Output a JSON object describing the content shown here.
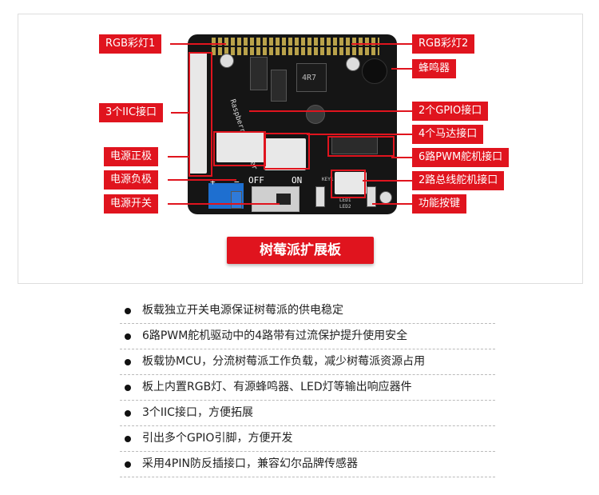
{
  "callouts": {
    "rgb1": "RGB彩灯1",
    "rgb2": "RGB彩灯2",
    "buzzer": "蜂鸣器",
    "iic": "3个IIC接口",
    "gpio": "2个GPIO接口",
    "motor": "4个马达接口",
    "pwm_servo": "6路PWM舵机接口",
    "power_pos": "电源正极",
    "power_neg": "电源负极",
    "bus_servo": "2路总线舵机接口",
    "power_switch": "电源开关",
    "func_key": "功能按键"
  },
  "board": {
    "silk_brand": "Raspberry Adapter",
    "off": "OFF",
    "on": "ON",
    "plus": "+",
    "minus": "−",
    "inductor": "4R7",
    "led1": "LED1",
    "led2": "LED2",
    "key1": "KEY1"
  },
  "title": "树莓派扩展板",
  "features": [
    "板载独立开关电源保证树莓派的供电稳定",
    "6路PWM舵机驱动中的4路带有过流保护提升使用安全",
    "板载协MCU，分流树莓派工作负载，减少树莓派资源占用",
    "板上内置RGB灯、有源蜂鸣器、LED灯等输出响应器件",
    "3个IIC接口，方便拓展",
    "引出多个GPIO引脚，方便开发",
    "采用4PIN防反插接口，兼容幻尔品牌传感器"
  ],
  "colors": {
    "accent": "#e0141e",
    "board": "#151515"
  }
}
